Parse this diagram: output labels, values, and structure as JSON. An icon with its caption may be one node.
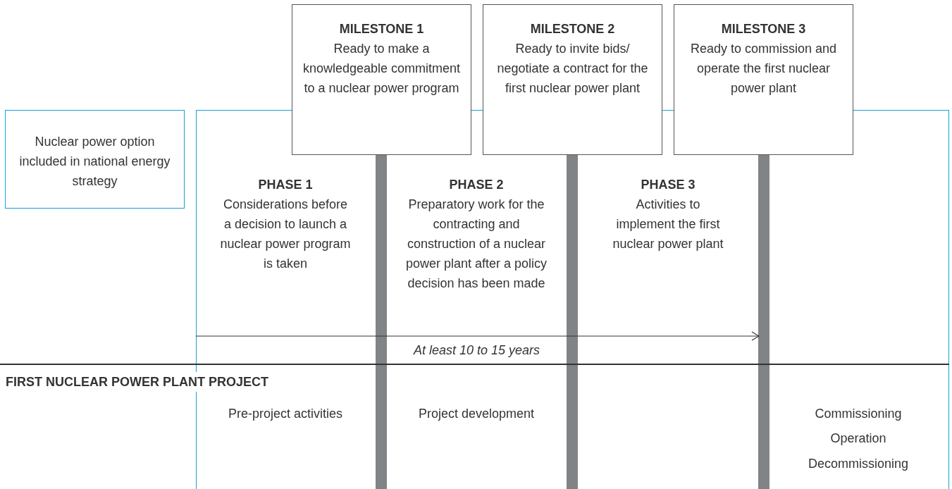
{
  "diagram": {
    "nodes": [
      {
        "text": [
          "Nuclear power option included in national energy strategy"
        ]
      },
      {
        "text": [],
        "shape": "box"
      },
      {
        "text": [
          "MILESTONE 1",
          "Ready to make a knowledgeable commitment to a nuclear power program"
        ]
      },
      {
        "text": [
          "MILESTONE 2",
          "Ready to invite bids/ negotiate a contract for the first nuclear power plant"
        ]
      },
      {
        "text": [
          "MILESTONE 3",
          "Ready to commission and operate the first nuclear power plant"
        ]
      },
      {
        "text": [],
        "shape": "bar",
        "in": 1
      },
      {
        "text": [],
        "shape": "bar",
        "in": 1
      },
      {
        "text": [],
        "shape": "bar",
        "in": 1
      }
    ],
    "edges": [
      {
        "from": 1,
        "to": 7,
        "arrow": "to",
        "label": "At least 10 to 15 years"
      }
    ],
    "labels": [
      "PHASE 1",
      "Considerations before a decision to launch a nuclear power program is taken",
      "PHASE 2",
      "Preparatory work for the contracting and construction of a nuclear power plant after a policy decision has been made",
      "PHASE 3",
      "Activities to implement the first nuclear power plant",
      "FIRST NUCLEAR POWER PLANT PROJECT",
      "Pre-project activities",
      "Project development",
      "Commissioning",
      "Operation",
      "Decommissioning"
    ]
  }
}
